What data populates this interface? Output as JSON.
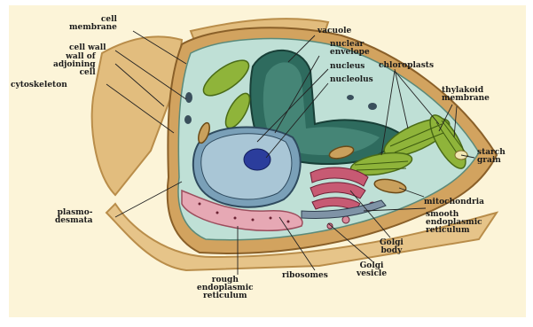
{
  "labels": {
    "cell_membrane": "cell\nmembrane",
    "cell_wall": "cell wall",
    "wall_of_adjoining_cell": "wall of\nadjoining\ncell",
    "cytoskeleton": "cytoskeleton",
    "plasmodesmata": "plasmo-\ndesmata",
    "rough_er": "rough\nendoplasmic\nreticulum",
    "ribosomes": "ribosomes",
    "golgi_vesicle": "Golgi\nvesicle",
    "golgi_body": "Golgi\nbody",
    "smooth_er": "smooth\nendoplasmic\nreticulum",
    "mitochondria": "mitochondria",
    "starch_grain": "starch\ngrain",
    "thylakoid_membrane": "thylakoid\nmembrane",
    "chloroplasts": "chloroplasts",
    "nucleolus": "nucleolus",
    "nucleus": "nucleus",
    "nuclear_envelope": "nuclear\nenvelope",
    "vacuole": "vacuole"
  },
  "colors": {
    "panel": "#fcf4d8",
    "cell_wall": "#d2a35f",
    "cytoplasm": "#bfe0d6",
    "vacuole": "#2e6b5e",
    "chloroplast": "#8fb43a",
    "nucleus": "#7aa0b8",
    "nucleolus": "#2b3d9c",
    "rough_er": "#e6a8b4",
    "golgi": "#c75a73",
    "mitochondria": "#c9a05c",
    "leader": "#222222"
  }
}
